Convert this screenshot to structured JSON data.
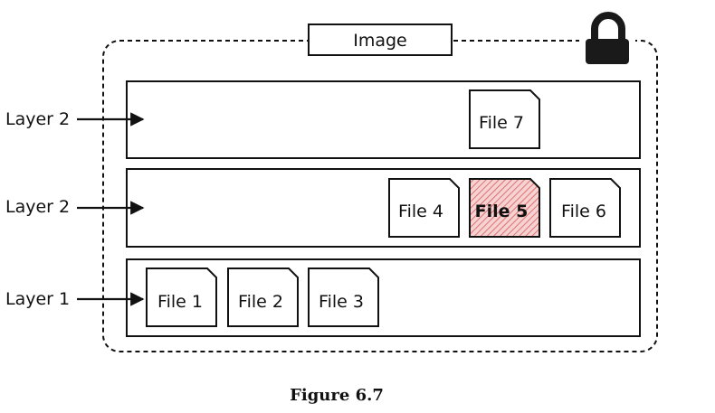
{
  "image_label": "Image",
  "lock_icon": "lock-icon",
  "layers": [
    {
      "label": "Layer 2",
      "files": [
        {
          "name": "File 7",
          "highlighted": false
        }
      ]
    },
    {
      "label": "Layer 2",
      "files": [
        {
          "name": "File 4",
          "highlighted": false
        },
        {
          "name": "File 5",
          "highlighted": true
        },
        {
          "name": "File 6",
          "highlighted": false
        }
      ]
    },
    {
      "label": "Layer 1",
      "files": [
        {
          "name": "File 1",
          "highlighted": false
        },
        {
          "name": "File 2",
          "highlighted": false
        },
        {
          "name": "File 3",
          "highlighted": false
        }
      ]
    }
  ],
  "caption": "Figure 6.7",
  "colors": {
    "stroke": "#111111",
    "highlight_fill": "#f6d2d2",
    "highlight_hatch": "#d95a5a"
  }
}
